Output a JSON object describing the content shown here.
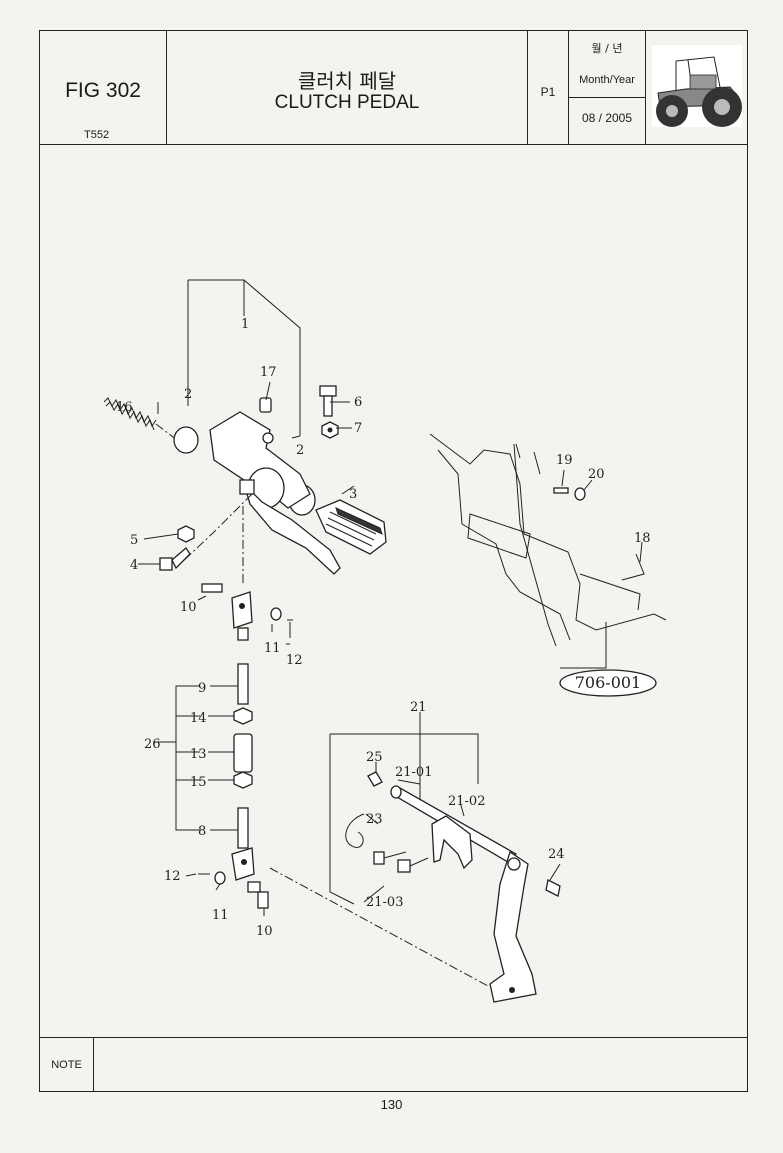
{
  "header": {
    "figure_number": "FIG 302",
    "model": "T552",
    "title_korean": "클러치 페달",
    "title_english": "CLUTCH PEDAL",
    "page_code": "P1",
    "date_label_korean": "월 / 년",
    "date_label_english": "Month/Year",
    "date_value": "08 / 2005"
  },
  "diagram": {
    "callouts": [
      "1",
      "2",
      "2",
      "3",
      "4",
      "5",
      "6",
      "7",
      "8",
      "9",
      "10",
      "10",
      "11",
      "11",
      "12",
      "12",
      "13",
      "14",
      "15",
      "16",
      "17",
      "18",
      "19",
      "20",
      "21",
      "21-01",
      "21-02",
      "21-03",
      "23",
      "24",
      "25",
      "26"
    ],
    "reference": "706-001"
  },
  "note": {
    "label": "NOTE"
  },
  "footer": {
    "page_number": "130"
  }
}
